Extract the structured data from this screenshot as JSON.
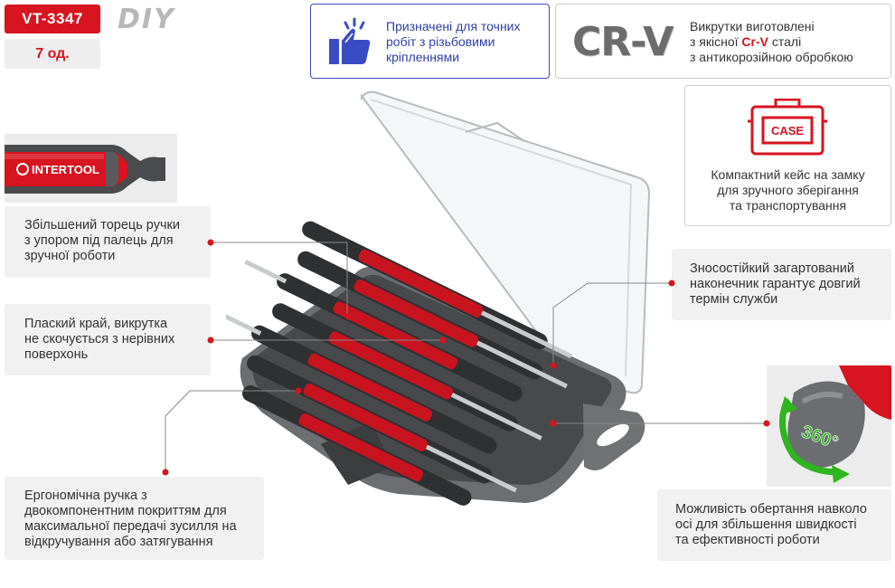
{
  "header": {
    "code": "VT-3347",
    "series": "DIY",
    "quantity": "7 од."
  },
  "features": {
    "precision": "Призначені для точних\nробіт з різьбовими\nкріпленнями",
    "crv": {
      "logo": "CR-V",
      "line1": "Викрутки виготовлені",
      "line2_pre": "з якісної ",
      "line2_hl": "Cr-V",
      "line2_post": " сталі",
      "line3": "з антикорозійною обробкою"
    },
    "case": {
      "icon_label": "CASE",
      "text": "Компактний кейс на замку\nдля зручного зберігання\nта транспортування"
    },
    "handle_end": "Збільшений торець ручки\nз упором під палець для\nзручної роботи",
    "flat_edge": "Плаский край, викрутка\nне скочується з нерівних\nповерхонь",
    "ergonomic": "Ергономічна ручка з\nдвокомпонентним покриттям для\nмаксимальної передачі зусилля на\nвідкручування або затягування",
    "tip": "Зносостійкий загартований\nнаконечник гарантує довгий\nтермін служби",
    "rotation": "Можливість обертання навколо\nосі для збільшення швидкості\nта ефективності роботи"
  },
  "brand": "INTERTOOL",
  "rotation_badge": "360°",
  "colors": {
    "accent_red": "#d7141f",
    "blue": "#3a4cc4",
    "panel_gray": "#f1f1f1",
    "case_gray": "#7a7c7e",
    "rotate_green": "#2fb51f"
  }
}
